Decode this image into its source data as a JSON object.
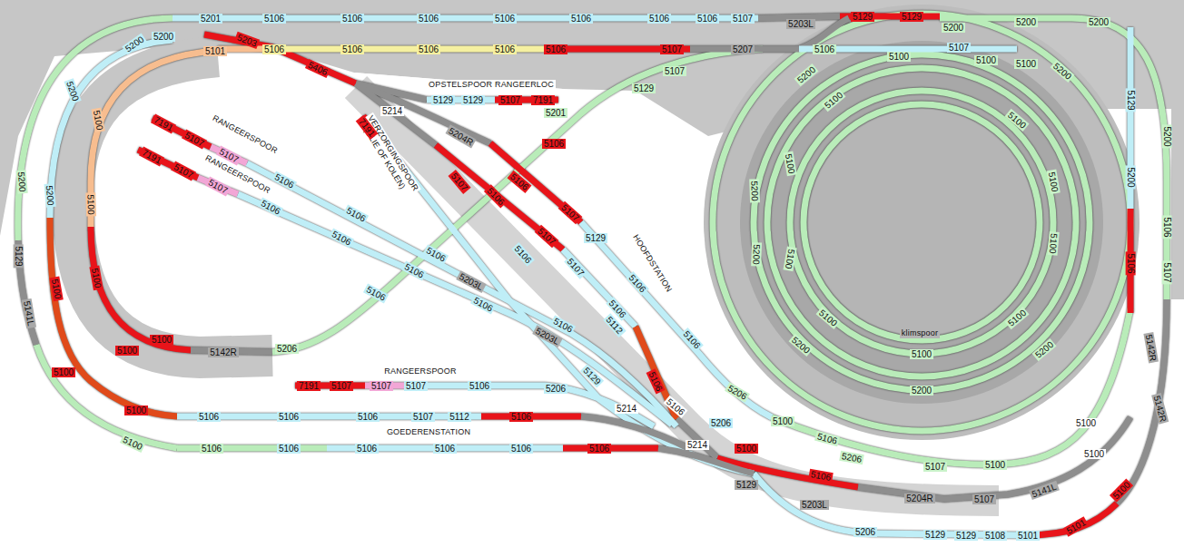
{
  "diagram": {
    "labels": [
      "5201",
      "5106",
      "5106",
      "5106",
      "5106",
      "5106",
      "5106",
      "5106",
      "5107",
      "5203L",
      "5129",
      "5129",
      "5200",
      "5200",
      "5200",
      "5200",
      "5203",
      "5101",
      "5106",
      "5106",
      "5106",
      "5106",
      "5106",
      "5107",
      "5207",
      "5106",
      "5100",
      "5107",
      "5100",
      "5100",
      "5406",
      "5200",
      "5100",
      "5200",
      "5200",
      "5100",
      "5129",
      "5141L",
      "5100",
      "5100",
      "5100",
      "5100",
      "5100",
      "5142R",
      "5206",
      "OPSTELSPOOR RANGEERLOC",
      "5129",
      "5129",
      "5107",
      "7191",
      "5214",
      "5201",
      "5129",
      "5107",
      "5204R",
      "5106",
      "RANGEERSPOOR",
      "RANGEERSPOOR",
      "7191",
      "5107",
      "5107",
      "5106",
      "7191",
      "5107",
      "5107",
      "5106",
      "5106",
      "5106",
      "5106",
      "5106",
      "5106",
      "5106",
      "5203L",
      "5203L",
      "5106",
      "VERZORGINGSPOOR (OLIE OF KOLEN)",
      "7191",
      "5107",
      "5106",
      "5106",
      "5107",
      "5107",
      "5129",
      "5106",
      "5107",
      "5106",
      "5106",
      "HOOFDSTATION",
      "5112",
      "5129",
      "5106",
      "5106",
      "5106",
      "5206",
      "5206",
      "5100",
      "5106",
      "5100",
      "5106",
      "5206",
      "5107",
      "5100",
      "5129",
      "5203L",
      "5204R",
      "5107",
      "5141L",
      "5206",
      "5129",
      "5129",
      "5108",
      "5101",
      "5101",
      "5100",
      "5100",
      "5100",
      "5142R",
      "5142R",
      "5214",
      "5214",
      "RANGEERSPOOR",
      "7191",
      "5107",
      "5107",
      "5107",
      "5106",
      "5206",
      "GOEDERENSTATION",
      "5100",
      "5106",
      "5106",
      "5106",
      "5107",
      "5112",
      "5106",
      "5100",
      "5106",
      "5106",
      "5106",
      "5106",
      "5106",
      "5106",
      "klimspoor",
      "5100",
      "5200",
      "5100",
      "5200",
      "5100",
      "5200",
      "5100",
      "5200",
      "5100",
      "5100",
      "5100",
      "5100",
      "5200",
      "5200",
      "5100",
      "5200",
      "5200",
      "5106",
      "5200",
      "5106",
      "5107",
      "5129",
      "5200"
    ]
  }
}
